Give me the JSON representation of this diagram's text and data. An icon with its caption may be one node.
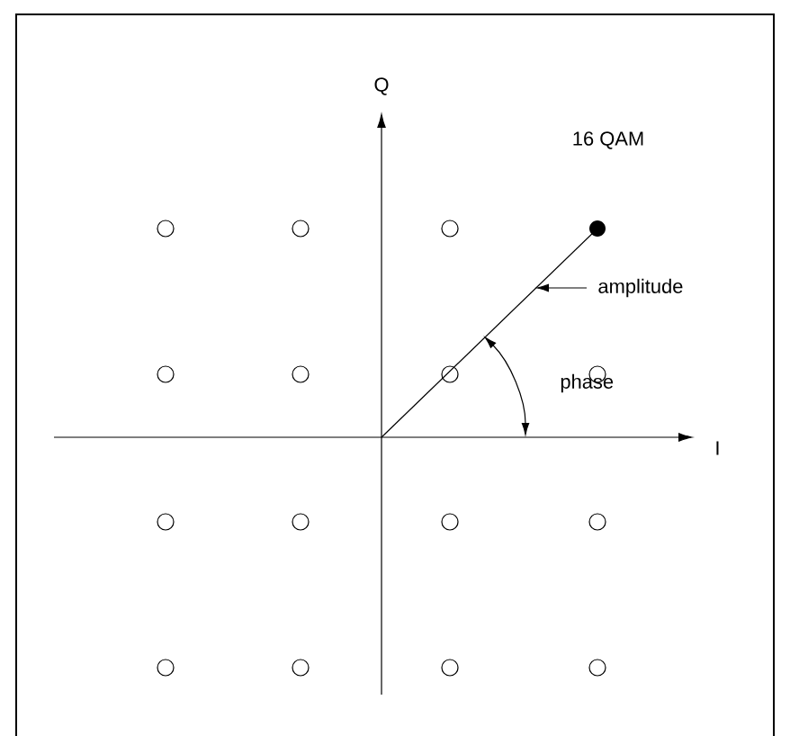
{
  "diagram": {
    "labels": [
      "Q",
      "16 QAM",
      "amplitude",
      "phase",
      "I"
    ]
  }
}
